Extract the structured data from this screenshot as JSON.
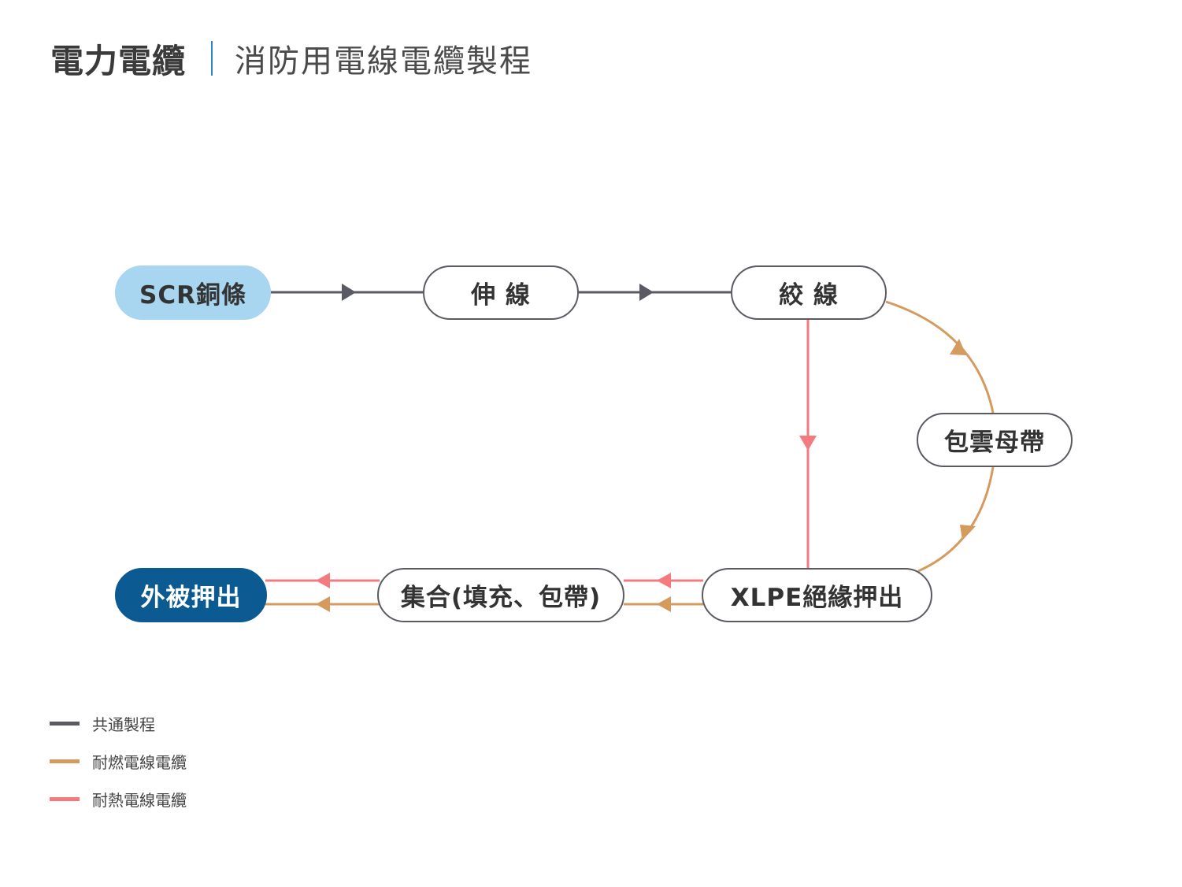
{
  "header": {
    "title": "電力電纜",
    "subtitle": "消防用電線電纜製程"
  },
  "colors": {
    "common": "#5a5a64",
    "fire_resistant": "#d49a5e",
    "heat_resistant": "#f47a80",
    "start_node": "#a8d5ef",
    "end_node": "#0b5a91"
  },
  "nodes": {
    "scr_copper": "SCR銅條",
    "drawing": "伸 線",
    "stranding": "絞 線",
    "mica_tape": "包雲母帶",
    "xlpe_extrusion": "XLPE絕緣押出",
    "assembly": "集合(填充、包帶)",
    "sheath_extrusion": "外被押出"
  },
  "legend": [
    {
      "label": "共通製程",
      "color": "#5a5a64"
    },
    {
      "label": "耐燃電線電纜",
      "color": "#d49a5e"
    },
    {
      "label": "耐熱電線電纜",
      "color": "#f47a80"
    }
  ]
}
